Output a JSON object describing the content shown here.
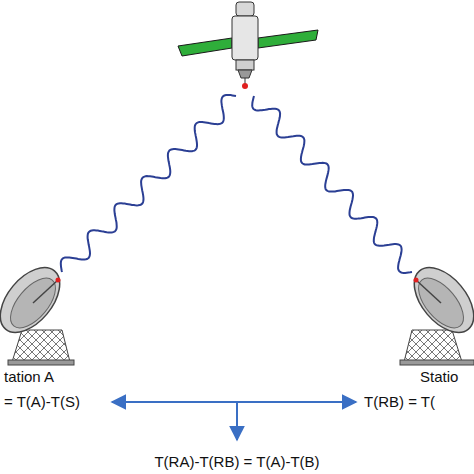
{
  "diagram": {
    "labels": [
      "tation A",
      "= T(A)-T(S)",
      "Statio",
      "T(RB) = T(",
      "T(RA)-T(RB) = T(A)-T(B)"
    ]
  }
}
